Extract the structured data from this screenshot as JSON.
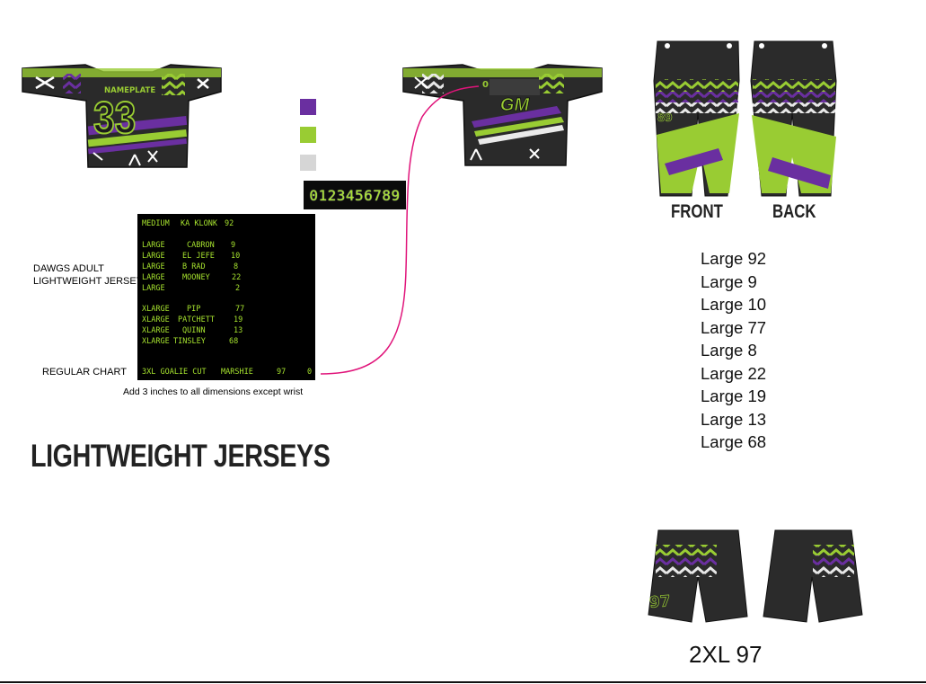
{
  "jersey_front": {
    "nameplate": "NAMEPLATE",
    "number": "33"
  },
  "jersey_back": {
    "logo": "GM",
    "number": "0"
  },
  "colors": {
    "purple": "#6a2fa0",
    "green": "#99cc33",
    "grey": "#d6d6d6",
    "black": "#111111",
    "connector": "#e0147a"
  },
  "number_strip": "0123456789",
  "roster": {
    "header": {
      "size": "MEDIUM",
      "name": "KA KLONK",
      "number": "92"
    },
    "groups": [
      {
        "rows": [
          {
            "size": "LARGE",
            "name": "CABRON",
            "number": "9"
          },
          {
            "size": "LARGE",
            "name": "EL JEFE",
            "number": "10"
          },
          {
            "size": "LARGE",
            "name": "B RAD",
            "number": "8"
          },
          {
            "size": "LARGE",
            "name": "MOONEY",
            "number": "22"
          },
          {
            "size": "LARGE",
            "name": "",
            "number": "2"
          }
        ]
      },
      {
        "rows": [
          {
            "size": "XLARGE",
            "name": "PIP",
            "number": "77"
          },
          {
            "size": "XLARGE",
            "name": "PATCHETT",
            "number": "19"
          },
          {
            "size": "XLARGE",
            "name": "QUINN",
            "number": "13"
          },
          {
            "size": "XLARGE",
            "name": "TINSLEY",
            "number": "68"
          }
        ]
      }
    ],
    "goalie": {
      "size": "3XL GOALIE CUT",
      "name": "MARSHIE",
      "number": "97",
      "extra": "0"
    }
  },
  "labels": {
    "product": "DAWGS ADULT\nLIGHTWEIGHT JERSEY",
    "chart": "REGULAR CHART",
    "note": "Add 3 inches to all dimensions except wrist",
    "title": "LIGHTWEIGHT JERSEYS"
  },
  "pants": {
    "front_label": "FRONT",
    "back_label": "BACK",
    "number": "89"
  },
  "pant_sizes": [
    "Large 92",
    "Large 9",
    "Large 10",
    "Large 77",
    "Large 8",
    "Large 22",
    "Large 19",
    "Large 13",
    "Large 68"
  ],
  "shorts": {
    "number": "97",
    "label": "2XL 97"
  }
}
